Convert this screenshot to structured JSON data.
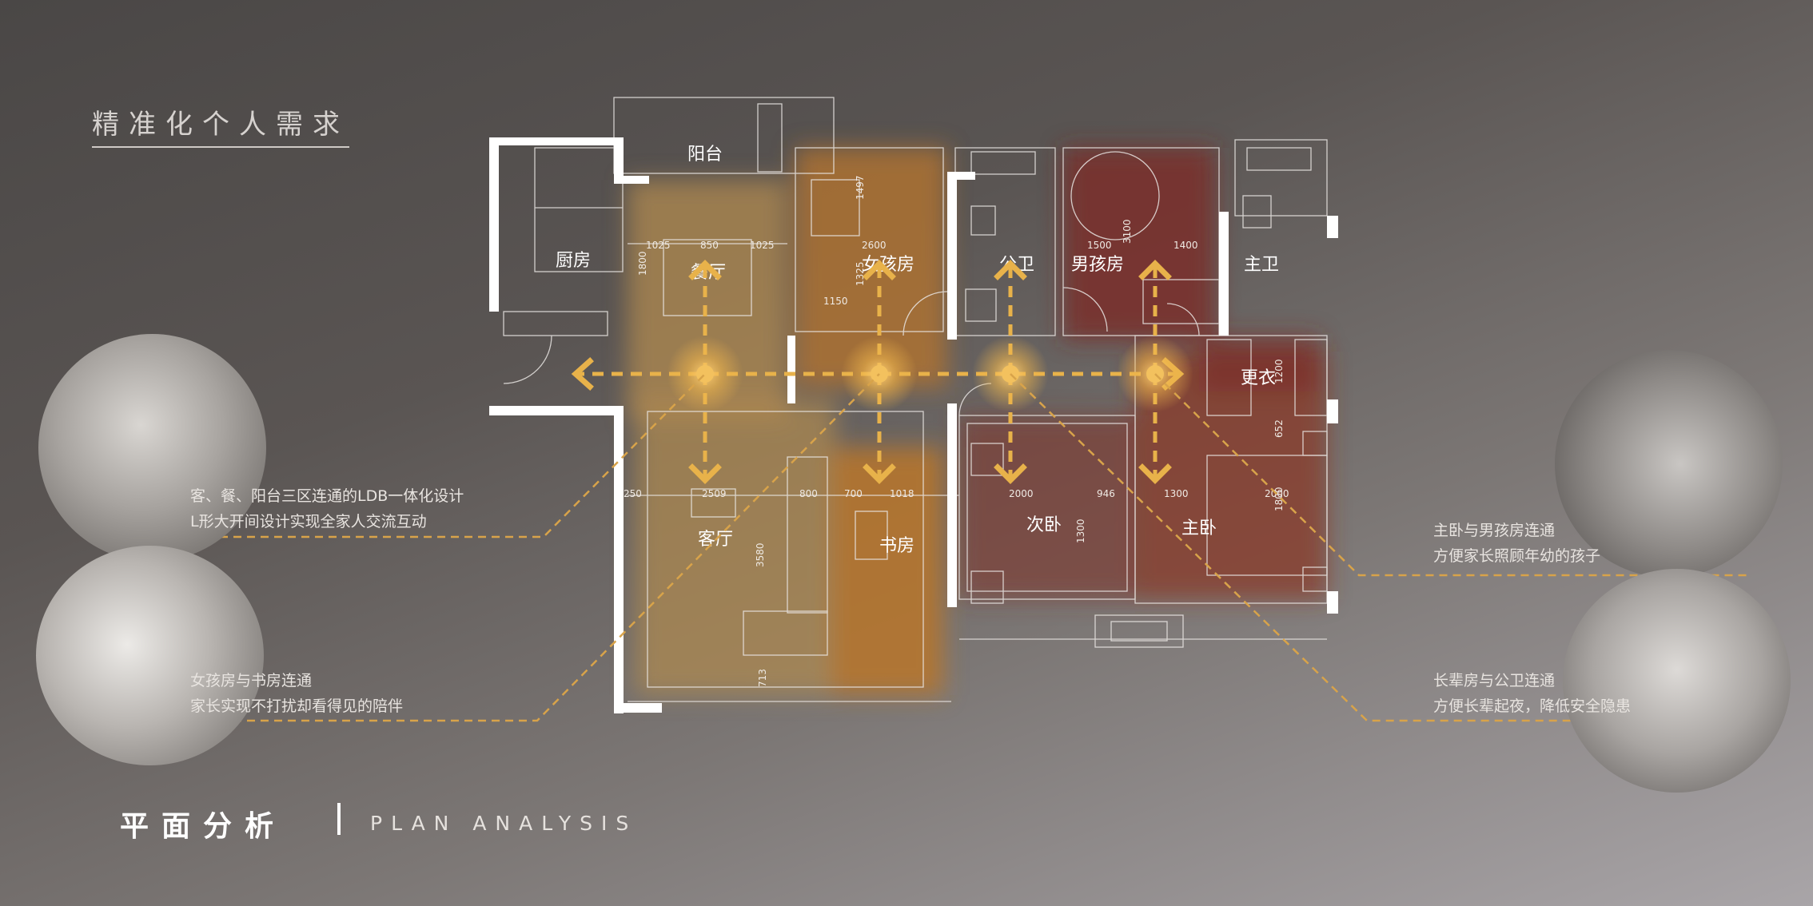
{
  "header": {
    "title": "精准化个人需求"
  },
  "footer": {
    "title": "平面分析",
    "subtitle": "PLAN ANALYSIS"
  },
  "rooms": {
    "balcony": "阳台",
    "kitchen": "厨房",
    "dining": "餐厅",
    "girl_room": "女孩房",
    "public_bath": "公卫",
    "boy_room": "男孩房",
    "master_bath": "主卫",
    "wardrobe": "更衣",
    "living": "客厅",
    "study": "书房",
    "second_bed": "次卧",
    "master_bed": "主卧"
  },
  "notes": {
    "left1": [
      "客、餐、阳台三区连通的LDB一体化设计",
      "L形大开间设计实现全家人交流互动"
    ],
    "left2": [
      "女孩房与书房连通",
      "家长实现不打扰却看得见的陪伴"
    ],
    "right1": [
      "主卧与男孩房连通",
      "方便家长照顾年幼的孩子"
    ],
    "right2": [
      "长辈房与公卫连通",
      "方便长辈起夜，降低安全隐患"
    ]
  },
  "dimensions": {
    "d1": "1025",
    "d2": "850",
    "d3": "1025",
    "d4": "1800",
    "d5": "800",
    "d6": "2600",
    "d7": "1497",
    "d8": "1325",
    "d9": "1150",
    "d10": "1500",
    "d11": "3100",
    "d12": "1400",
    "d13": "250",
    "d14": "2509",
    "d15": "700",
    "d16": "1018",
    "d17": "2000",
    "d18": "946",
    "d19": "1300",
    "d20": "2000",
    "d21": "3580",
    "d22": "1300",
    "d23": "1800",
    "d24": "1200",
    "d25": "652",
    "d26": "713"
  },
  "colors": {
    "accent": "#e8b24a",
    "wall": "#ffffff",
    "zone_warm": "#c79a52",
    "zone_red": "#8a3a2a"
  }
}
